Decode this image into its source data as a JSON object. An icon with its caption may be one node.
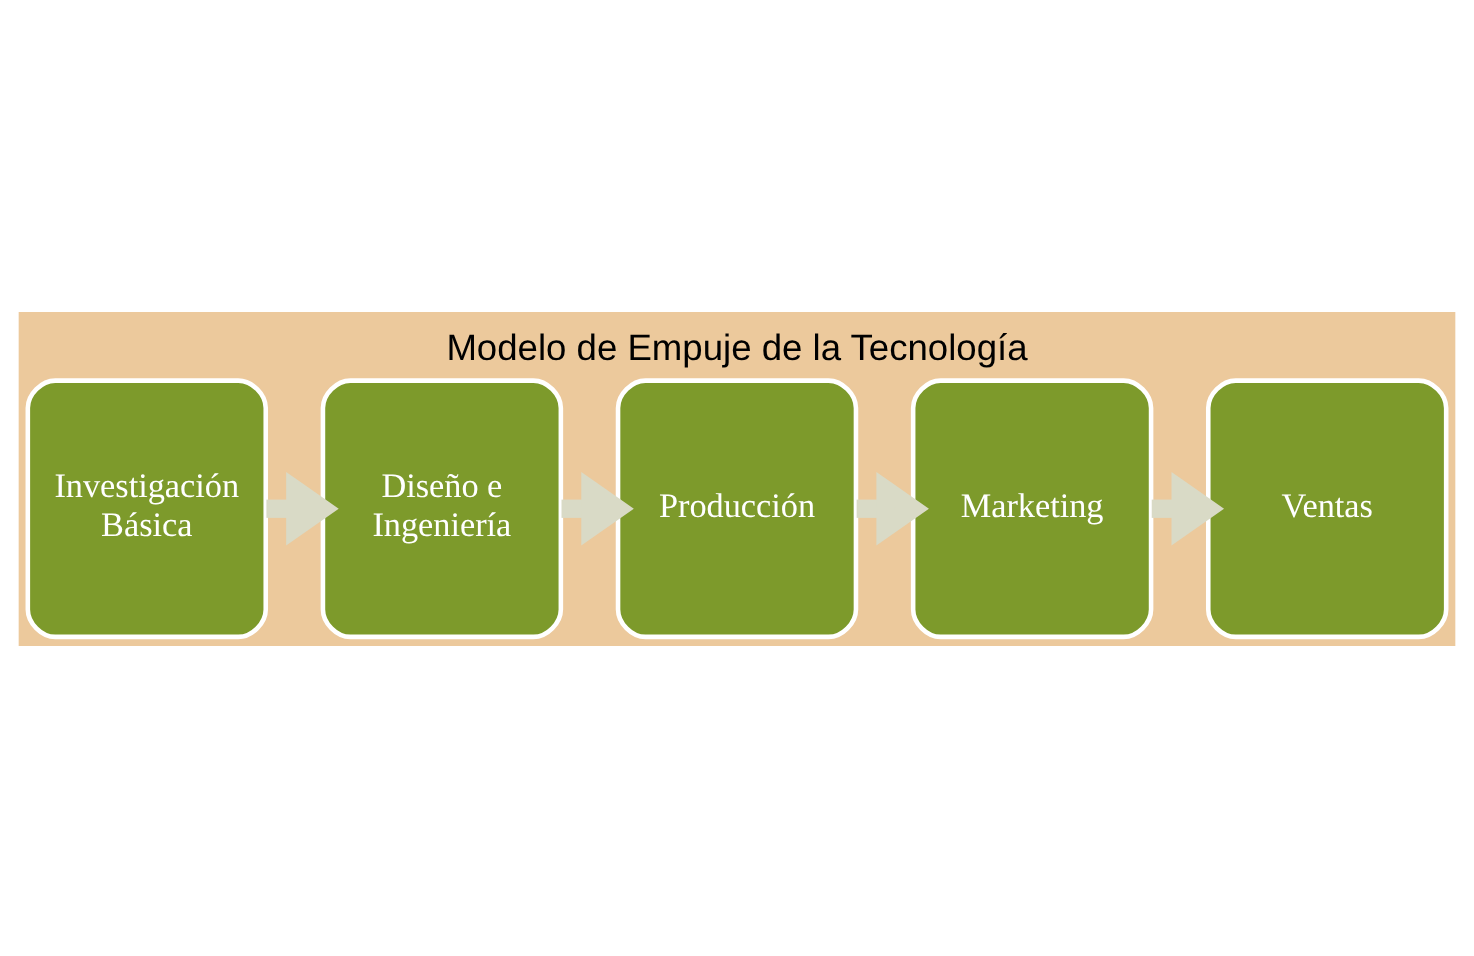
{
  "diagram": {
    "title": "Modelo de Empuje de la Tecnología",
    "nodes": [
      {
        "text": [
          "Investigación Básica"
        ]
      },
      {
        "text": [
          "Diseño e Ingeniería"
        ]
      },
      {
        "text": [
          "Producción"
        ]
      },
      {
        "text": [
          "Marketing"
        ]
      },
      {
        "text": [
          "Ventas"
        ]
      }
    ],
    "edges": [
      {
        "from": 0,
        "to": 1,
        "arrow": "to"
      },
      {
        "from": 1,
        "to": 2,
        "arrow": "to"
      },
      {
        "from": 2,
        "to": 3,
        "arrow": "to"
      },
      {
        "from": 3,
        "to": 4,
        "arrow": "to"
      }
    ]
  }
}
